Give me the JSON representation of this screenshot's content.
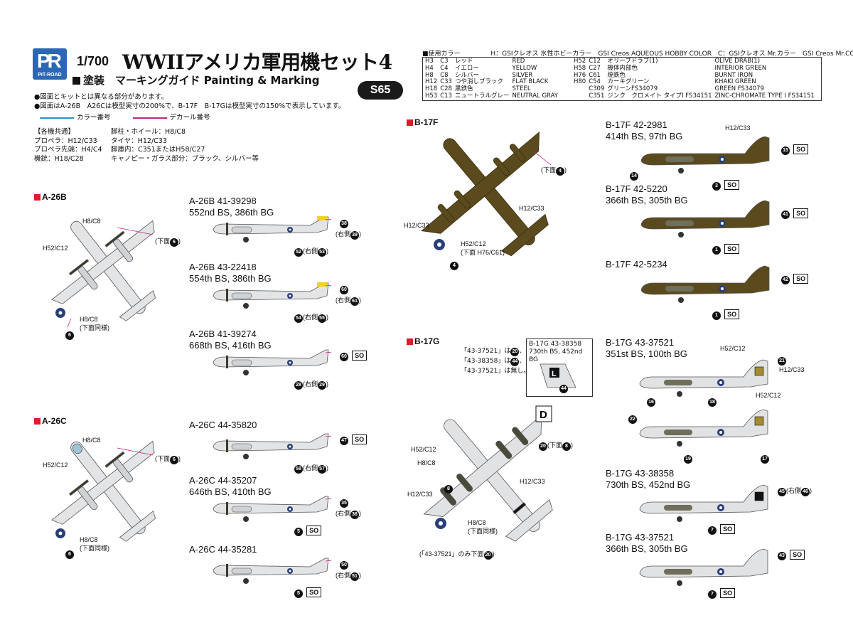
{
  "header": {
    "logo_text": "PR",
    "logo_sub": "PIT-ROAD",
    "scale": "1/700",
    "title": "WWIIアメリカ軍用機セット4",
    "subtitle": "塗装　マーキングガイド Painting & Marking",
    "code": "S65"
  },
  "notes": {
    "line1": "●図面とキットとは異なる部分があります。",
    "line2": "●図面はA-26B　A26Cは模型実寸の200%で、B-17F　B-17Gは模型実寸の150%で表示しています。",
    "legend_color": "カラー番号",
    "legend_decal": "デカール番号",
    "accent_color_line": "#2a8fd1",
    "accent_decal_line": "#c0277f"
  },
  "common": {
    "heading": "【各機共通】",
    "left": [
      "プロペラ：H12/C33",
      "プロペラ先端：H4/C4",
      "機銃：H18/C28"
    ],
    "right": [
      "脚柱・ホイール：H8/C8",
      "タイヤ：H12/C33",
      "脚庫内：C351またはH58/C27",
      "キャノピー・ガラス部分：ブラック、シルバー等"
    ]
  },
  "colors": {
    "header_left": "■使用カラー",
    "header_right": "H：GSIクレオス 水性ホビーカラー　GSI Creos AQUEOUS HOBBY COLOR　C：GSIクレオス Mr.カラー　GSI Creos Mr.COLOR",
    "left_rows": [
      [
        "H3",
        "C3",
        "レッド",
        "RED"
      ],
      [
        "H4",
        "C4",
        "イエロー",
        "YELLOW"
      ],
      [
        "H8",
        "C8",
        "シルバー",
        "SILVER"
      ],
      [
        "H12",
        "C33",
        "つや消しブラック",
        "FLAT BLACK"
      ],
      [
        "H18",
        "C28",
        "黒鉄色",
        "STEEL"
      ],
      [
        "H53",
        "C13",
        "ニュートラルグレー",
        "NEUTRAL GRAY"
      ]
    ],
    "right_rows": [
      [
        "H52",
        "C12",
        "オリーブドラブ(1)",
        "OLIVE DRAB(1)"
      ],
      [
        "H58",
        "C27",
        "機体内部色",
        "INTERIOR GREEN"
      ],
      [
        "H76",
        "C61",
        "焼鉄色",
        "BURNT IRON"
      ],
      [
        "H80",
        "C54",
        "カーキグリーン",
        "KHAKI GREEN"
      ],
      [
        "",
        "C309",
        "グリーンFS34079",
        "GREEN FS34079"
      ],
      [
        "",
        "C351",
        "ジンク　クロメイト タイプI FS34151",
        "ZINC-CHROMATE TYPE I FS34151"
      ]
    ]
  },
  "sections": {
    "a26b": "A-26B",
    "a26c": "A-26C",
    "b17f": "B-17F",
    "b17g": "B-17G"
  },
  "labels": {
    "h8c8": "H8/C8",
    "h52c12": "H52/C12",
    "h12c33": "H12/C33",
    "under": "(下面",
    "under_close": ")",
    "under_same": "(下面同様)",
    "right_side": "(右側",
    "under_h76": "(下面 H76/C61)",
    "only_under": "(「43-37521」のみ下面",
    "so": "SO"
  },
  "decal_note": {
    "l1a": "「43-37521」は",
    "l1n": "20",
    "l1b": "、",
    "l2a": "「43-38358」は",
    "l2n": "44",
    "l2b": "、",
    "l3": "「43-37521」は無し。"
  },
  "inset": {
    "l1": "B-17G 43-38358",
    "l2": "730th BS, 452nd BG",
    "num": "44"
  },
  "aircraft": {
    "a1": {
      "serial": "A-26B 41-39298",
      "unit": "552nd BS, 386th BG",
      "tail": "38",
      "right": "39",
      "side": "52",
      "side_r": "53"
    },
    "a2": {
      "serial": "A-26B 43-22418",
      "unit": "554th BS, 386th BG",
      "tail": "60",
      "right": "61",
      "side": "54",
      "side_r": "55"
    },
    "a3": {
      "serial": "A-26B 41-39274",
      "unit": "668th BS, 416th BG",
      "tail": "60",
      "side": "28",
      "side_r": "29"
    },
    "c1": {
      "serial": "A-26C 44-35820",
      "tail": "47",
      "side": "58",
      "side_r": "57"
    },
    "c2": {
      "serial": "A-26C 44-35207",
      "unit": "646th BS, 410th BG",
      "tail": "35",
      "right": "36",
      "side": "5"
    },
    "c3": {
      "serial": "A-26C 44-35281",
      "tail": "50",
      "right": "51",
      "side": "5"
    },
    "f1": {
      "serial": "B-17F 42-2981",
      "unit": "414th BS, 97th BG",
      "tail": "15",
      "nose": "14",
      "side": "3"
    },
    "f2": {
      "serial": "B-17F 42-5220",
      "unit": "366th BS, 305th BG",
      "tail": "41",
      "side": "1"
    },
    "f3": {
      "serial": "B-17F 42-5234",
      "tail": "42",
      "side": "1"
    },
    "g1": {
      "serial": "B-17G 43-37521",
      "unit": "351st BS, 100th BG",
      "n21": "21",
      "n16": "16",
      "n18": "18",
      "n22": "22",
      "n19": "19",
      "n17": "17"
    },
    "g2": {
      "serial": "B-17G 43-38358",
      "unit": "730th BS, 452nd BG",
      "tail": "45",
      "right": "46",
      "side": "7"
    },
    "g3": {
      "serial": "B-17G 43-37521",
      "unit": "366th BS, 305th BG",
      "tail": "43",
      "side": "7"
    }
  },
  "plan_numbers": {
    "a26b_under": "6",
    "a26b_side": "6",
    "a26c_under": "6",
    "a26c_side": "6",
    "b17f_under": "4",
    "b17f_star": "4",
    "b17g_under": "8",
    "b17g_tail": "20",
    "b17g_star": "8",
    "b17g_only": "20"
  }
}
